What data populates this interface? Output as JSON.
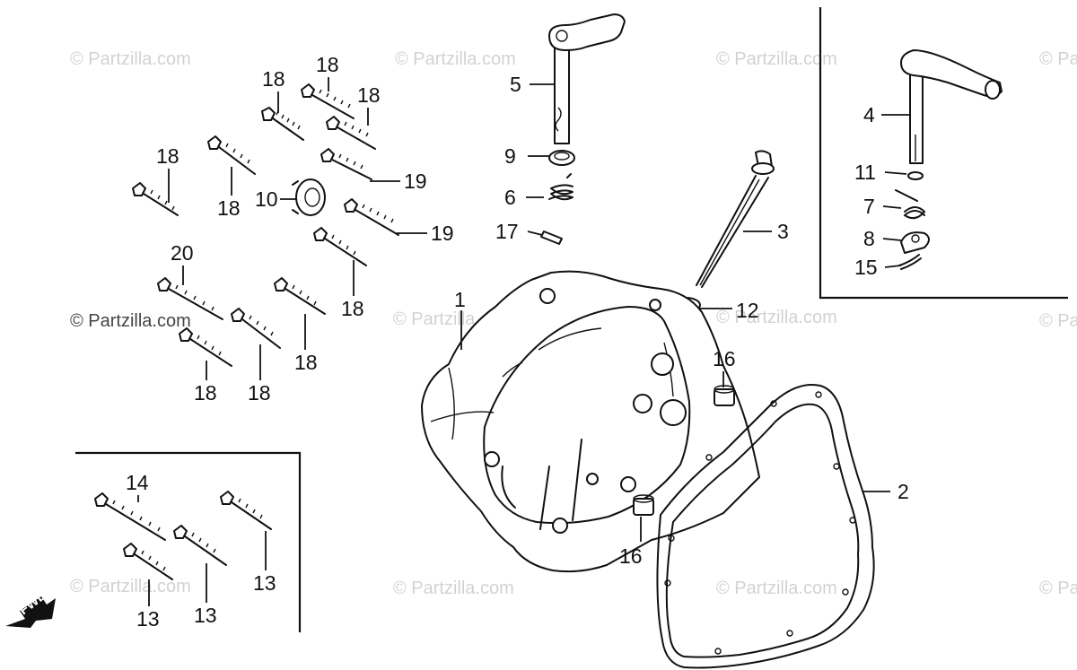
{
  "watermark": {
    "text": "© Partzilla.com"
  },
  "fwd_label": "FWD",
  "callouts": {
    "c1": "1",
    "c2": "2",
    "c3": "3",
    "c4": "4",
    "c5": "5",
    "c6": "6",
    "c7": "7",
    "c8": "8",
    "c9": "9",
    "c10": "10",
    "c11": "11",
    "c12": "12",
    "c13a": "13",
    "c13b": "13",
    "c13c": "13",
    "c14": "14",
    "c15": "15",
    "c16a": "16",
    "c16b": "16",
    "c17": "17",
    "c18a": "18",
    "c18b": "18",
    "c18c": "18",
    "c18d": "18",
    "c18e": "18",
    "c18f": "18",
    "c18g": "18",
    "c18h": "18",
    "c18i": "18",
    "c19a": "19",
    "c19b": "19",
    "c20": "20"
  },
  "colors": {
    "ink": "#111111",
    "watermark": "#d2d2d2",
    "background": "#ffffff"
  }
}
